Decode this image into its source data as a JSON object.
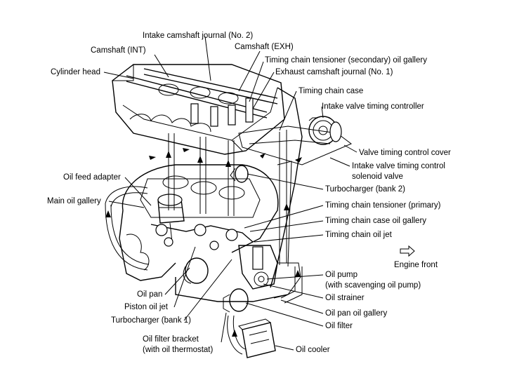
{
  "labels": {
    "intake_cam_journal": "Intake camshaft journal (No. 2)",
    "camshaft_int": "Camshaft (INT)",
    "camshaft_exh": "Camshaft (EXH)",
    "tensioner_secondary": "Timing chain tensioner (secondary) oil gallery",
    "cylinder_head": "Cylinder head",
    "exhaust_cam_journal": "Exhaust camshaft journal (No. 1)",
    "timing_chain_case": "Timing chain case",
    "intake_valve_timing_controller": "Intake valve timing controller",
    "valve_timing_control_cover": "Valve timing control cover",
    "solenoid_line1": "Intake valve timing control",
    "solenoid_line2": "solenoid valve",
    "oil_feed_adapter": "Oil feed adapter",
    "turbo_bank2": "Turbocharger (bank 2)",
    "main_oil_gallery": "Main oil gallery",
    "tensioner_primary": "Timing chain tensioner (primary)",
    "case_oil_gallery": "Timing chain case oil gallery",
    "chain_oil_jet": "Timing chain oil jet",
    "engine_front": "Engine front",
    "oil_pump_line1": "Oil pump",
    "oil_pump_line2": "(with scavenging oil pump)",
    "oil_pan": "Oil pan",
    "oil_strainer": "Oil strainer",
    "piston_oil_jet": "Piston oil jet",
    "pan_oil_gallery": "Oil pan oil gallery",
    "turbo_bank1": "Turbocharger (bank 1)",
    "oil_filter": "Oil filter",
    "bracket_line1": "Oil filter bracket",
    "bracket_line2": "(with oil thermostat)",
    "oil_cooler": "Oil cooler"
  }
}
